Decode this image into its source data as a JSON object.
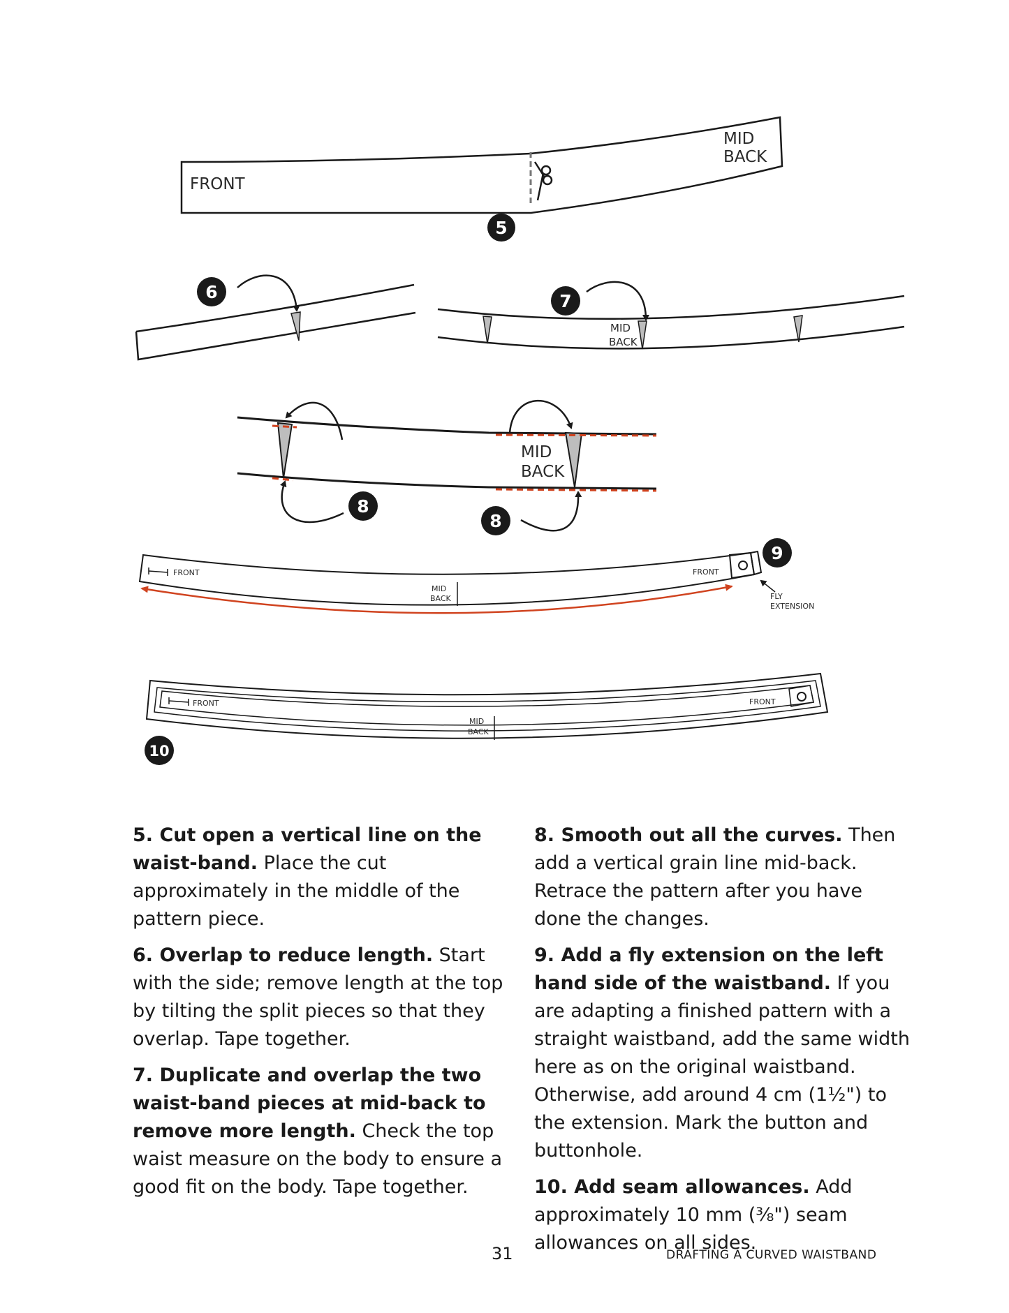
{
  "diagram": {
    "labels": {
      "front": "FRONT",
      "mid": "MID",
      "back": "BACK",
      "fly": "FLY",
      "extension": "EXTENSION"
    },
    "step_numbers": [
      "5",
      "6",
      "7",
      "8",
      "8",
      "9",
      "10"
    ],
    "accent_color": "#d0431f",
    "dart_fill": "#bdbdbd"
  },
  "steps": [
    {
      "title": "5. Cut open a vertical line on the waist-band.",
      "body": "Place the cut approximately in the middle of the pattern piece."
    },
    {
      "title": "6. Overlap to reduce length.",
      "body": "Start with the side; remove length at the top by tilting the split pieces so that they overlap. Tape together."
    },
    {
      "title": "7. Duplicate and overlap the two waist-band pieces at mid-back to remove more length.",
      "body": "Check the top waist measure on the body to ensure a good fit on the body. Tape together."
    },
    {
      "title": "8. Smooth out all the curves.",
      "body": "Then add a vertical grain line mid-back. Retrace the pattern after you have done the changes."
    },
    {
      "title": "9. Add a fly extension on the left hand side of the waistband.",
      "body": "If you are adapting a finished pattern with a straight waistband, add the same width here as on the original waistband. Otherwise, add around 4 cm (1½\") to the extension. Mark the button and buttonhole."
    },
    {
      "title": "10. Add seam allowances.",
      "body": "Add approximately 10 mm (⅜\") seam allowances on all sides."
    }
  ],
  "footer": {
    "page_number": "31",
    "running_head": "DRAFTING A CURVED WAISTBAND"
  }
}
